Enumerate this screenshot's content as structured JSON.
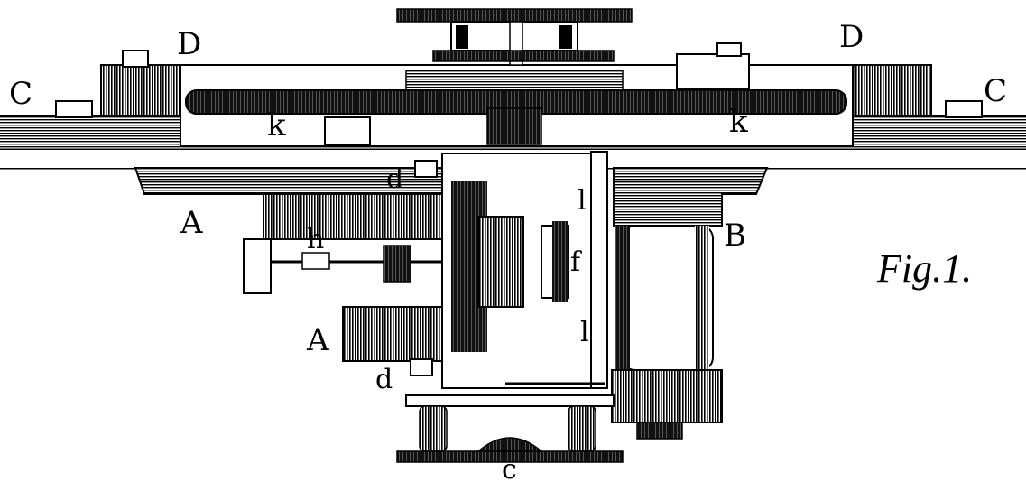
{
  "figure": {
    "caption": "Fig.1.",
    "labels": {
      "C_left": "C",
      "C_right": "C",
      "D_left": "D",
      "D_right": "D",
      "k_left": "k",
      "k_right": "k",
      "d_upper": "d",
      "d_lower": "d",
      "A_upper": "A",
      "A_lower": "A",
      "B": "B",
      "h": "h",
      "f": "f",
      "l_upper": "l",
      "l_lower": "l",
      "c": "c"
    }
  },
  "colors": {
    "ink": "#000000",
    "paper": "#ffffff"
  }
}
